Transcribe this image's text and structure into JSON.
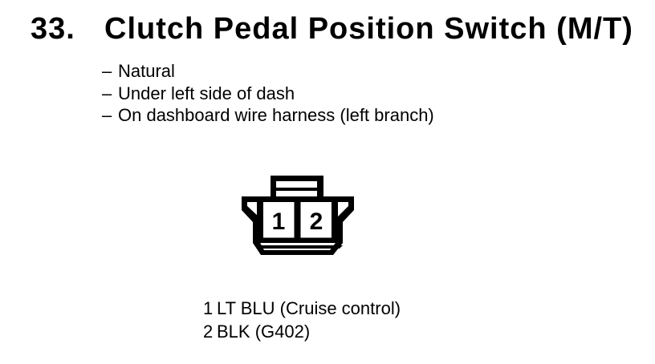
{
  "page": {
    "background": "#ffffff",
    "text_color": "#000000"
  },
  "header": {
    "item_number": "33.",
    "title": "Clutch Pedal Position Switch (M/T)"
  },
  "details": {
    "bullet_char": "–",
    "items": [
      "Natural",
      "Under left side of dash",
      "On dashboard wire harness (left branch)"
    ]
  },
  "connector": {
    "pins": [
      {
        "number": "1"
      },
      {
        "number": "2"
      }
    ]
  },
  "legend": {
    "entries": [
      {
        "pin": "1",
        "label": "LT BLU (Cruise control)"
      },
      {
        "pin": "2",
        "label": "BLK (G402)"
      }
    ]
  }
}
